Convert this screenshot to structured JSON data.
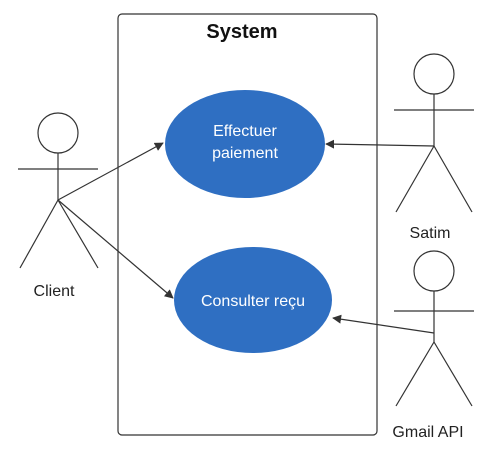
{
  "system": {
    "title": "System"
  },
  "use_cases": {
    "effectuer_paiement": {
      "line1": "Effectuer",
      "line2": "paiement"
    },
    "consulter_recu": {
      "label": "Consulter reçu"
    }
  },
  "actors": {
    "client": {
      "label": "Client"
    },
    "satim": {
      "label": "Satim"
    },
    "gmail_api": {
      "label": "Gmail API"
    }
  },
  "colors": {
    "use_case_fill": "#2f6fc2",
    "line": "#333333"
  },
  "icons": {
    "actor": "stick-figure-icon"
  }
}
